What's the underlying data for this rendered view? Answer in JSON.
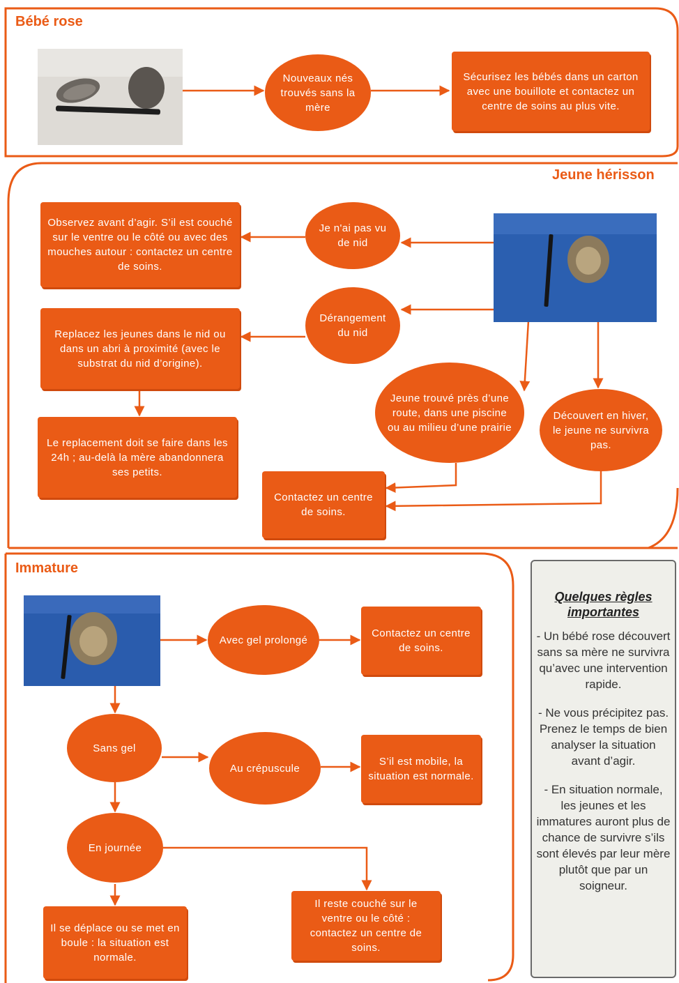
{
  "colors": {
    "accent": "#ea5b16",
    "panel_bg": "#efefea",
    "panel_border": "#6a6a6a"
  },
  "sections": {
    "bebe_rose": {
      "title": "Bébé rose",
      "photo": "baby-hedgehogs-photo",
      "oval": "Nouveaux nés trouvés sans la mère",
      "action": "Sécurisez les bébés dans un carton avec une bouillote et contactez un centre de soins au plus vite."
    },
    "jeune": {
      "title": "Jeune hérisson",
      "photo": "young-hedgehog-photo",
      "oval_no_nest": "Je n'ai pas vu de nid",
      "action_observe": "Observez avant d’agir. S’il est couché sur le ventre ou le côté ou avec des mouches autour : contactez un centre de soins.",
      "oval_disturb": "Dérangement du nid",
      "action_replace": "Replacez les jeunes dans le nid ou dans un abri à proximité (avec le substrat du nid d’origine).",
      "action_24h": "Le replacement doit se faire dans les 24h ; au-delà la mère abandonnera ses petits.",
      "oval_road": "Jeune trouvé près d’une route, dans une piscine ou au milieu d’une prairie",
      "oval_winter": "Découvert en hiver, le jeune ne survivra pas.",
      "action_contact": "Contactez un centre de soins."
    },
    "immature": {
      "title": "Immature",
      "photo": "immature-hedgehog-photo",
      "oval_gel": "Avec gel prolongé",
      "action_gel": "Contactez un centre de soins.",
      "oval_sans_gel": "Sans gel",
      "oval_dusk": "Au crépuscule",
      "action_dusk": "S’il est mobile, la situation est normale.",
      "oval_day": "En journée",
      "action_moving": "Il se déplace ou se met en boule : la situation est normale.",
      "action_lying": "Il reste couché sur le ventre ou le côté : contactez un centre de soins."
    }
  },
  "rules": {
    "title": "Quelques règles importantes",
    "items": [
      "- Un bébé rose découvert sans sa mère ne survivra qu’avec une intervention rapide.",
      "- Ne vous précipitez pas. Prenez le temps de bien analyser la situation avant d’agir.",
      "- En situation normale, les jeunes et les immatures auront plus de chance de survivre s’ils sont élevés par leur mère plutôt que par un soigneur."
    ]
  }
}
